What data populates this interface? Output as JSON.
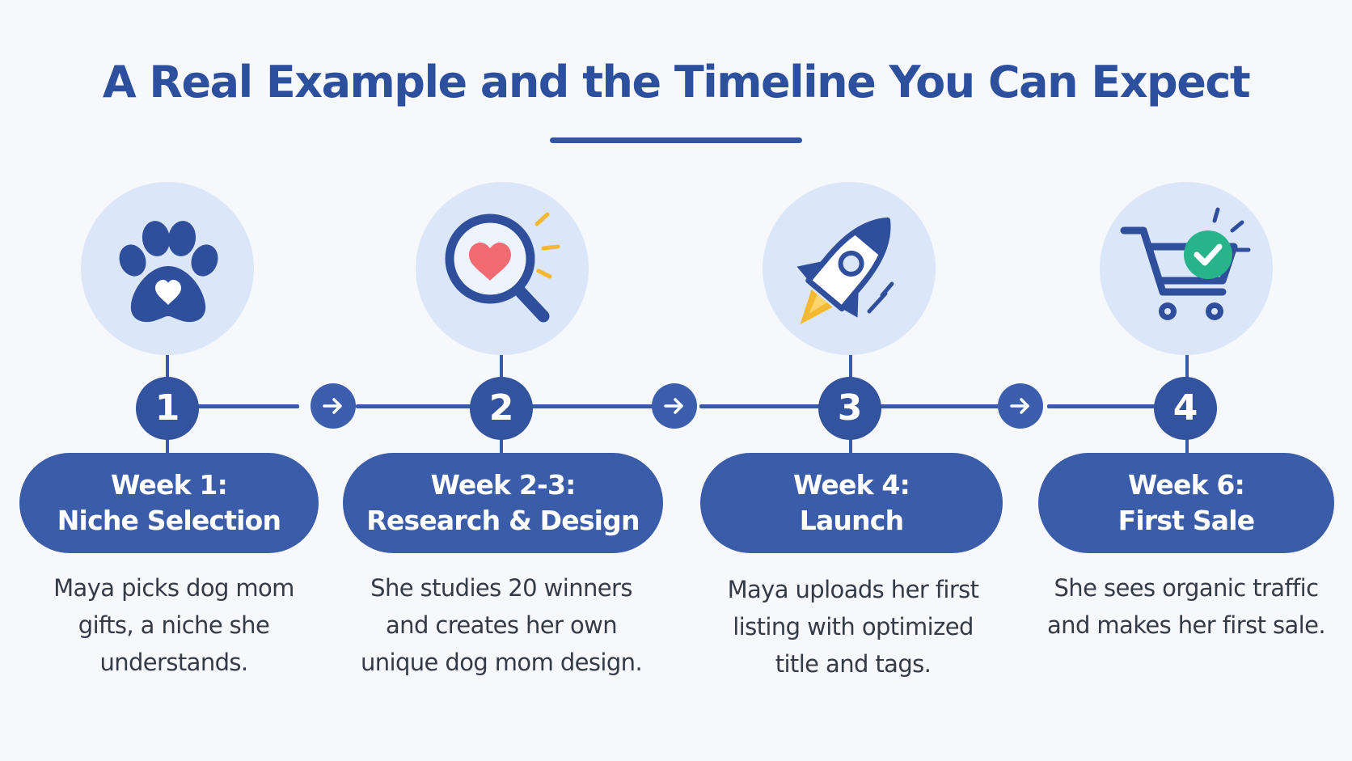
{
  "title": "A Real Example and the Timeline You Can Expect",
  "colors": {
    "primary": "#3b5ca9",
    "icon_bg": "#dbe7f9",
    "heart": "#f26b73",
    "accent_yellow": "#f5b833",
    "check_green": "#27b48a"
  },
  "steps": [
    {
      "number": "1",
      "icon": "paw-heart-icon",
      "label_line1": "Week 1:",
      "label_line2": "Niche Selection",
      "desc_line1": "Maya picks dog mom",
      "desc_line2": "gifts, a niche she",
      "desc_line3": "understands."
    },
    {
      "number": "2",
      "icon": "magnifier-heart-icon",
      "label_line1": "Week 2-3:",
      "label_line2": "Research & Design",
      "desc_line1": "She studies 20 winners",
      "desc_line2": "and creates her own",
      "desc_line3": "unique dog mom design."
    },
    {
      "number": "3",
      "icon": "rocket-icon",
      "label_line1": "Week 4:",
      "label_line2": "Launch",
      "desc_line1": "Maya uploads her first",
      "desc_line2": "listing with optimized",
      "desc_line3": "title and tags."
    },
    {
      "number": "4",
      "icon": "cart-check-icon",
      "label_line1": "Week 6:",
      "label_line2": "First Sale",
      "desc_line1": "She sees organic traffic",
      "desc_line2": "and makes her first sale."
    }
  ],
  "arrows": [
    "arrow-right-icon",
    "arrow-right-icon",
    "arrow-right-icon"
  ]
}
